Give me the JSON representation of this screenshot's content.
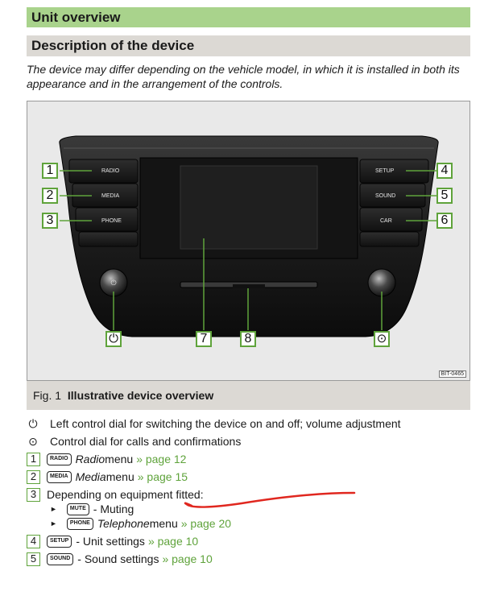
{
  "header": {
    "section": "Unit overview",
    "subsection": "Description of the device"
  },
  "intro": "The device may differ depending on the vehicle model, in which it is installed in both its appearance and in the arrangement of the controls.",
  "figure": {
    "left_buttons": [
      "RADIO",
      "MEDIA",
      "PHONE"
    ],
    "right_buttons": [
      "SETUP",
      "SOUND",
      "CAR"
    ],
    "callouts": {
      "c1": "1",
      "c2": "2",
      "c3": "3",
      "c4": "4",
      "c5": "5",
      "c6": "6",
      "c7": "7",
      "c8": "8",
      "power": "⏻",
      "dial": "⊙"
    },
    "code": "BIT-0465",
    "caption_label": "Fig. 1",
    "caption_title": "Illustrative device overview"
  },
  "legend": {
    "power_text": "Left control dial for switching the device on and off; volume adjustment",
    "dial_text": "Control dial for calls and confirmations",
    "item1": {
      "num": "1",
      "key": "RADIO",
      "name": "Radio",
      "suffix": "menu",
      "link": "» page 12"
    },
    "item2": {
      "num": "2",
      "key": "MEDIA",
      "name": "Media",
      "suffix": "menu",
      "link": "» page 15"
    },
    "item3": {
      "num": "3",
      "text": "Depending on equipment fitted:"
    },
    "item3a": {
      "key": "MUTE",
      "text": "- Muting"
    },
    "item3b": {
      "key": "PHONE",
      "name": "Telephone",
      "suffix": "menu",
      "link": "» page 20"
    },
    "item4": {
      "num": "4",
      "key": "SETUP",
      "text": "- Unit settings",
      "link": "» page 10"
    },
    "item5": {
      "num": "5",
      "key": "SOUND",
      "text": "- Sound settings",
      "link": "» page 10"
    },
    "power_icon": "⏻",
    "dial_icon": "⊙",
    "triangle": "►"
  }
}
